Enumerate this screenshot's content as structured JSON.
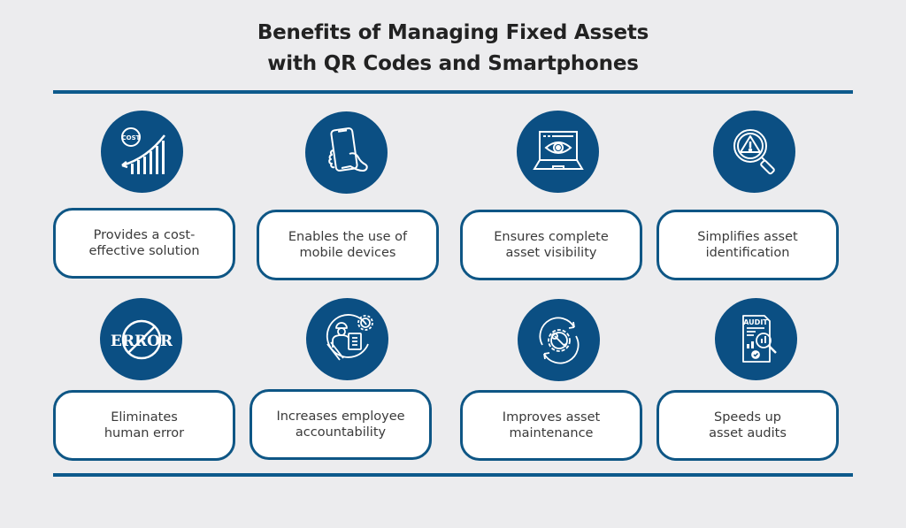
{
  "title": {
    "line1": "Benefits of Managing Fixed Assets",
    "line2": "with QR Codes and Smartphones"
  },
  "colors": {
    "background": "#ececee",
    "accent": "#0b4f83",
    "rule": "#0d5a8c",
    "box_border": "#0e5685",
    "text": "#3a3a3a",
    "title": "#222222"
  },
  "benefits": [
    {
      "icon": "cost-chart-icon",
      "icon_text": "COST",
      "line1": "Provides a cost-",
      "line2": "effective solution"
    },
    {
      "icon": "hand-holding-phone-icon",
      "line1": "Enables the use of",
      "line2": "mobile devices"
    },
    {
      "icon": "laptop-eye-icon",
      "line1": "Ensures complete",
      "line2": "asset visibility"
    },
    {
      "icon": "magnifier-warning-icon",
      "line1": "Simplifies asset",
      "line2": "identification"
    },
    {
      "icon": "no-error-icon",
      "icon_text": "ERROR",
      "line1": "Eliminates",
      "line2": "human error"
    },
    {
      "icon": "worker-clipboard-icon",
      "line1": "Increases employee",
      "line2": "accountability"
    },
    {
      "icon": "gear-wrench-cycle-icon",
      "line1": "Improves asset",
      "line2": "maintenance"
    },
    {
      "icon": "audit-document-icon",
      "icon_text": "AUDIT",
      "line1": "Speeds up",
      "line2": "asset audits"
    }
  ]
}
